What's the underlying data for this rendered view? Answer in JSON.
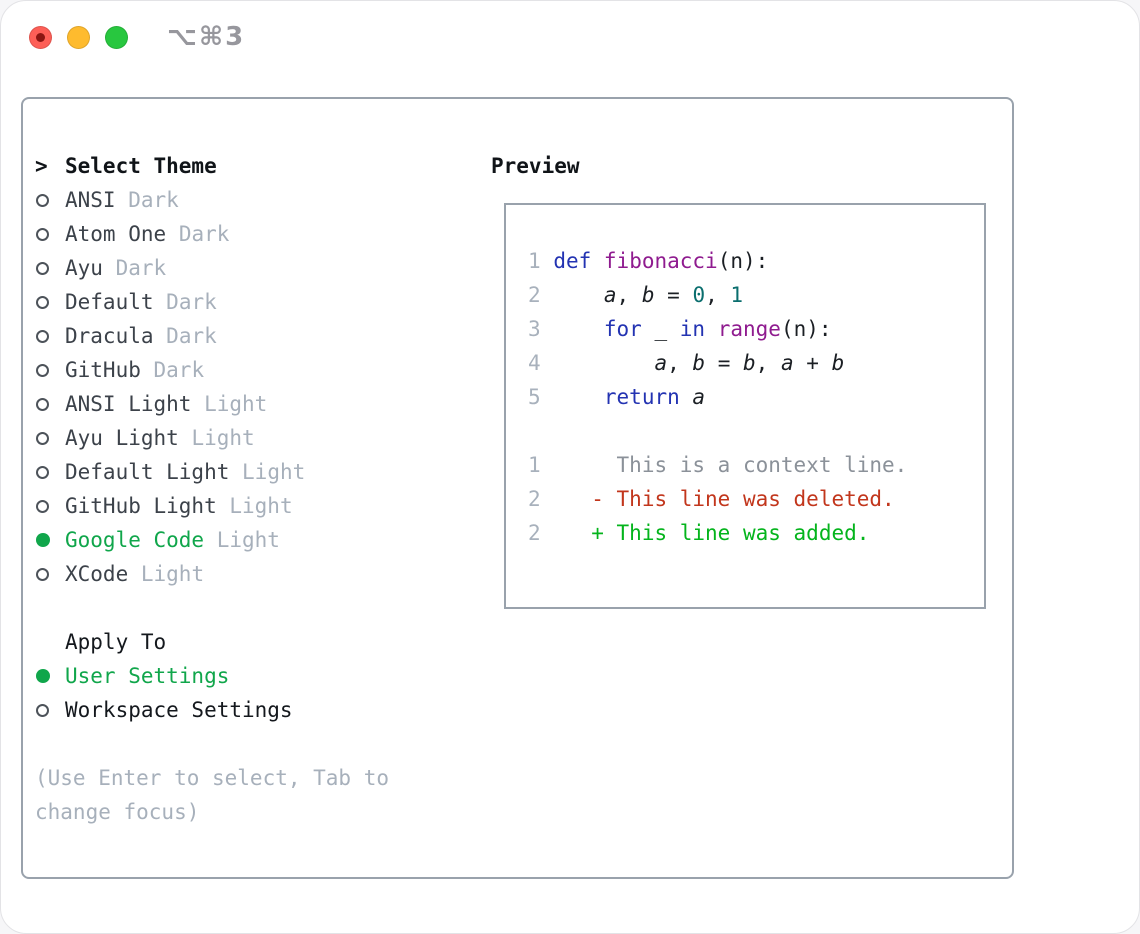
{
  "window": {
    "shortcut": "⌥⌘3"
  },
  "colors": {
    "accent_green": "#10a64b",
    "deleted_red": "#c2361c",
    "added_green": "#04b41c",
    "keyword_blue": "#2333b2",
    "function_magenta": "#8f1b8f",
    "number_teal": "#0a6e6e",
    "traffic_red": "#fd5f57",
    "traffic_yellow": "#febb2e",
    "traffic_green": "#28c73f"
  },
  "theme_list": {
    "header": "Select Theme",
    "items": [
      {
        "name": "ANSI",
        "variant": "Dark",
        "selected": false
      },
      {
        "name": "Atom One",
        "variant": "Dark",
        "selected": false
      },
      {
        "name": "Ayu",
        "variant": "Dark",
        "selected": false
      },
      {
        "name": "Default",
        "variant": "Dark",
        "selected": false
      },
      {
        "name": "Dracula",
        "variant": "Dark",
        "selected": false
      },
      {
        "name": "GitHub",
        "variant": "Dark",
        "selected": false
      },
      {
        "name": "ANSI Light",
        "variant": "Light",
        "selected": false
      },
      {
        "name": "Ayu Light",
        "variant": "Light",
        "selected": false
      },
      {
        "name": "Default Light",
        "variant": "Light",
        "selected": false
      },
      {
        "name": "GitHub Light",
        "variant": "Light",
        "selected": false
      },
      {
        "name": "Google Code",
        "variant": "Light",
        "selected": true
      },
      {
        "name": "XCode",
        "variant": "Light",
        "selected": false
      }
    ]
  },
  "apply_to": {
    "header": "Apply To",
    "options": [
      {
        "label": "User Settings",
        "selected": true
      },
      {
        "label": "Workspace Settings",
        "selected": false
      }
    ]
  },
  "help_text": "(Use Enter to select, Tab to change focus)",
  "preview": {
    "header": "Preview",
    "code_lines": [
      {
        "num": "1",
        "tokens": [
          {
            "t": "kw",
            "s": "def"
          },
          {
            "t": "pl",
            "s": " "
          },
          {
            "t": "fn",
            "s": "fibonacci"
          },
          {
            "t": "pl",
            "s": "(n):"
          }
        ]
      },
      {
        "num": "2",
        "tokens": [
          {
            "t": "pl",
            "s": "    "
          },
          {
            "t": "id",
            "s": "a"
          },
          {
            "t": "pl",
            "s": ", "
          },
          {
            "t": "id",
            "s": "b"
          },
          {
            "t": "pl",
            "s": " = "
          },
          {
            "t": "num",
            "s": "0"
          },
          {
            "t": "pl",
            "s": ", "
          },
          {
            "t": "num",
            "s": "1"
          }
        ]
      },
      {
        "num": "3",
        "tokens": [
          {
            "t": "pl",
            "s": "    "
          },
          {
            "t": "kw",
            "s": "for"
          },
          {
            "t": "pl",
            "s": " _ "
          },
          {
            "t": "kw",
            "s": "in"
          },
          {
            "t": "pl",
            "s": " "
          },
          {
            "t": "fn",
            "s": "range"
          },
          {
            "t": "pl",
            "s": "(n):"
          }
        ]
      },
      {
        "num": "4",
        "tokens": [
          {
            "t": "pl",
            "s": "        "
          },
          {
            "t": "id",
            "s": "a"
          },
          {
            "t": "pl",
            "s": ", "
          },
          {
            "t": "id",
            "s": "b"
          },
          {
            "t": "pl",
            "s": " = "
          },
          {
            "t": "id",
            "s": "b"
          },
          {
            "t": "pl",
            "s": ", "
          },
          {
            "t": "id",
            "s": "a"
          },
          {
            "t": "pl",
            "s": " + "
          },
          {
            "t": "id",
            "s": "b"
          }
        ]
      },
      {
        "num": "5",
        "tokens": [
          {
            "t": "pl",
            "s": "    "
          },
          {
            "t": "kw",
            "s": "return"
          },
          {
            "t": "pl",
            "s": " "
          },
          {
            "t": "id",
            "s": "a"
          }
        ]
      },
      {
        "num": "",
        "tokens": []
      },
      {
        "num": "1",
        "tokens": [
          {
            "t": "ctx",
            "s": "     This is a context line."
          }
        ]
      },
      {
        "num": "2",
        "tokens": [
          {
            "t": "del",
            "s": "   - This line was deleted."
          }
        ]
      },
      {
        "num": "2",
        "tokens": [
          {
            "t": "add",
            "s": "   + This line was added."
          }
        ]
      }
    ]
  }
}
